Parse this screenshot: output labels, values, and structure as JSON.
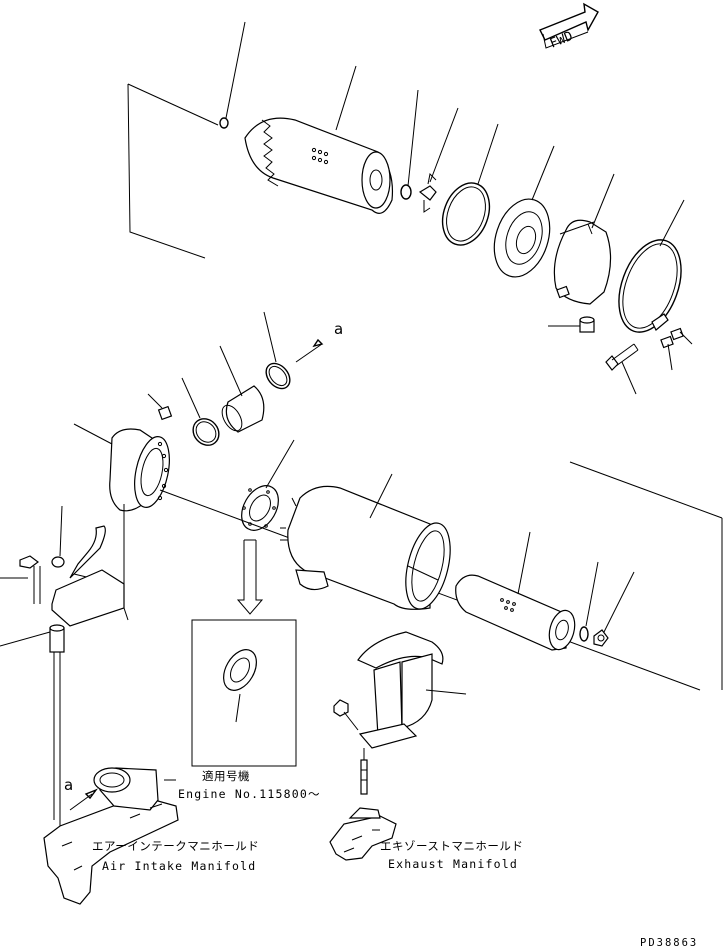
{
  "fwd_label": "FWD",
  "ref_a_upper": "a",
  "ref_a_lower": "a",
  "applicable": {
    "jp": "適用号機",
    "en": "Engine No.115800～"
  },
  "intake_manifold": {
    "jp": "エアーインテークマニホールド",
    "en": "Air Intake Manifold"
  },
  "exhaust_manifold": {
    "jp": "エキゾーストマニホールド",
    "en": "Exhaust Manifold"
  },
  "drawing_id": "PD38863"
}
